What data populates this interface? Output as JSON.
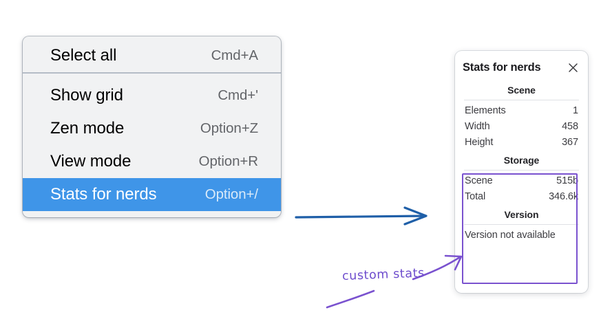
{
  "context_menu": {
    "name": "canvas-context-menu",
    "sections": [
      {
        "items": [
          {
            "label": "Select all",
            "shortcut": "Cmd+A",
            "selected": false
          }
        ]
      },
      {
        "items": [
          {
            "label": "Show grid",
            "shortcut": "Cmd+'",
            "selected": false
          },
          {
            "label": "Zen mode",
            "shortcut": "Option+Z",
            "selected": false
          },
          {
            "label": "View mode",
            "shortcut": "Option+R",
            "selected": false
          },
          {
            "label": "Stats for nerds",
            "shortcut": "Option+/",
            "selected": true
          }
        ]
      }
    ],
    "highlight_color": "#3f95e8"
  },
  "stats_panel": {
    "title": "Stats for nerds",
    "close_icon": "close-icon",
    "sections": [
      {
        "heading": "Scene",
        "rows": [
          {
            "key": "Elements",
            "value": "1"
          },
          {
            "key": "Width",
            "value": "458"
          },
          {
            "key": "Height",
            "value": "367"
          }
        ]
      },
      {
        "heading": "Storage",
        "rows": [
          {
            "key": "Scene",
            "value": "515b"
          },
          {
            "key": "Total",
            "value": "346.6k"
          }
        ]
      },
      {
        "heading": "Version",
        "single": "Version not available"
      }
    ]
  },
  "annotations": {
    "custom_stats_label": "custom stats",
    "arrow_color_blue": "#1f5fa8",
    "arrow_color_purple": "#7a52cf",
    "highlight_box_color": "#7a52cf"
  }
}
